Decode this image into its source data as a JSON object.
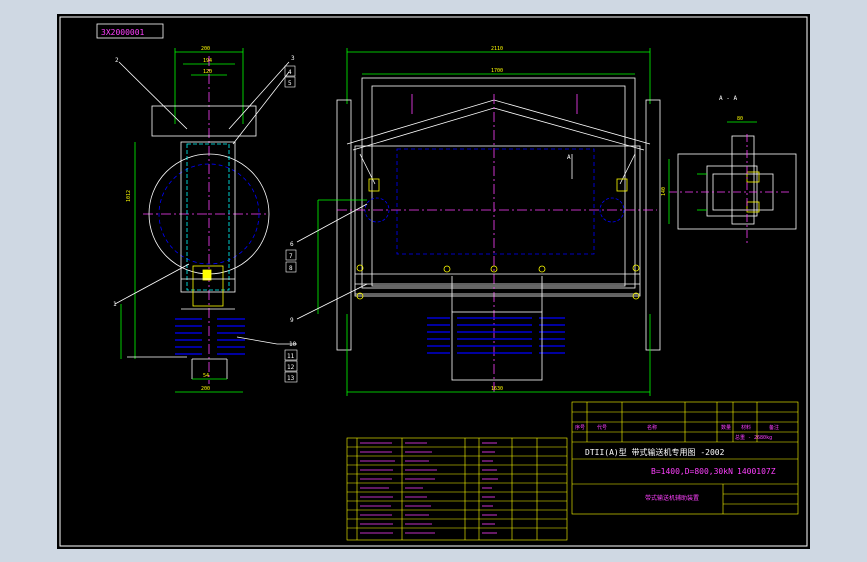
{
  "drawing": {
    "code_box": "3X2000001",
    "section_label": "A - A",
    "section_arrow": "A",
    "dims": {
      "left_top": "200",
      "left_mid": "194",
      "left_sub": "120",
      "left_bottom": "54",
      "left_base": "200",
      "left_height": "1012",
      "middle_top": "2110",
      "middle_second": "1700",
      "middle_bottom": "1630",
      "right_top": "80",
      "right_mid": "140"
    },
    "balloons": [
      "2",
      "3",
      "4",
      "5",
      "6",
      "7",
      "8",
      "9",
      "10",
      "11",
      "12",
      "13",
      "1"
    ]
  },
  "title_block": {
    "main_title": "DTII(A)型 带式输送机专用图 -2002",
    "spec": "B=1400,D=800,30kN",
    "drawing_no": "1400107Z",
    "part_name": "带式输送机辅助装置",
    "weight_label": "总重 - 2680kg",
    "parts_header": [
      "序号",
      "代号",
      "名称",
      "数量",
      "材料",
      "备注"
    ]
  }
}
